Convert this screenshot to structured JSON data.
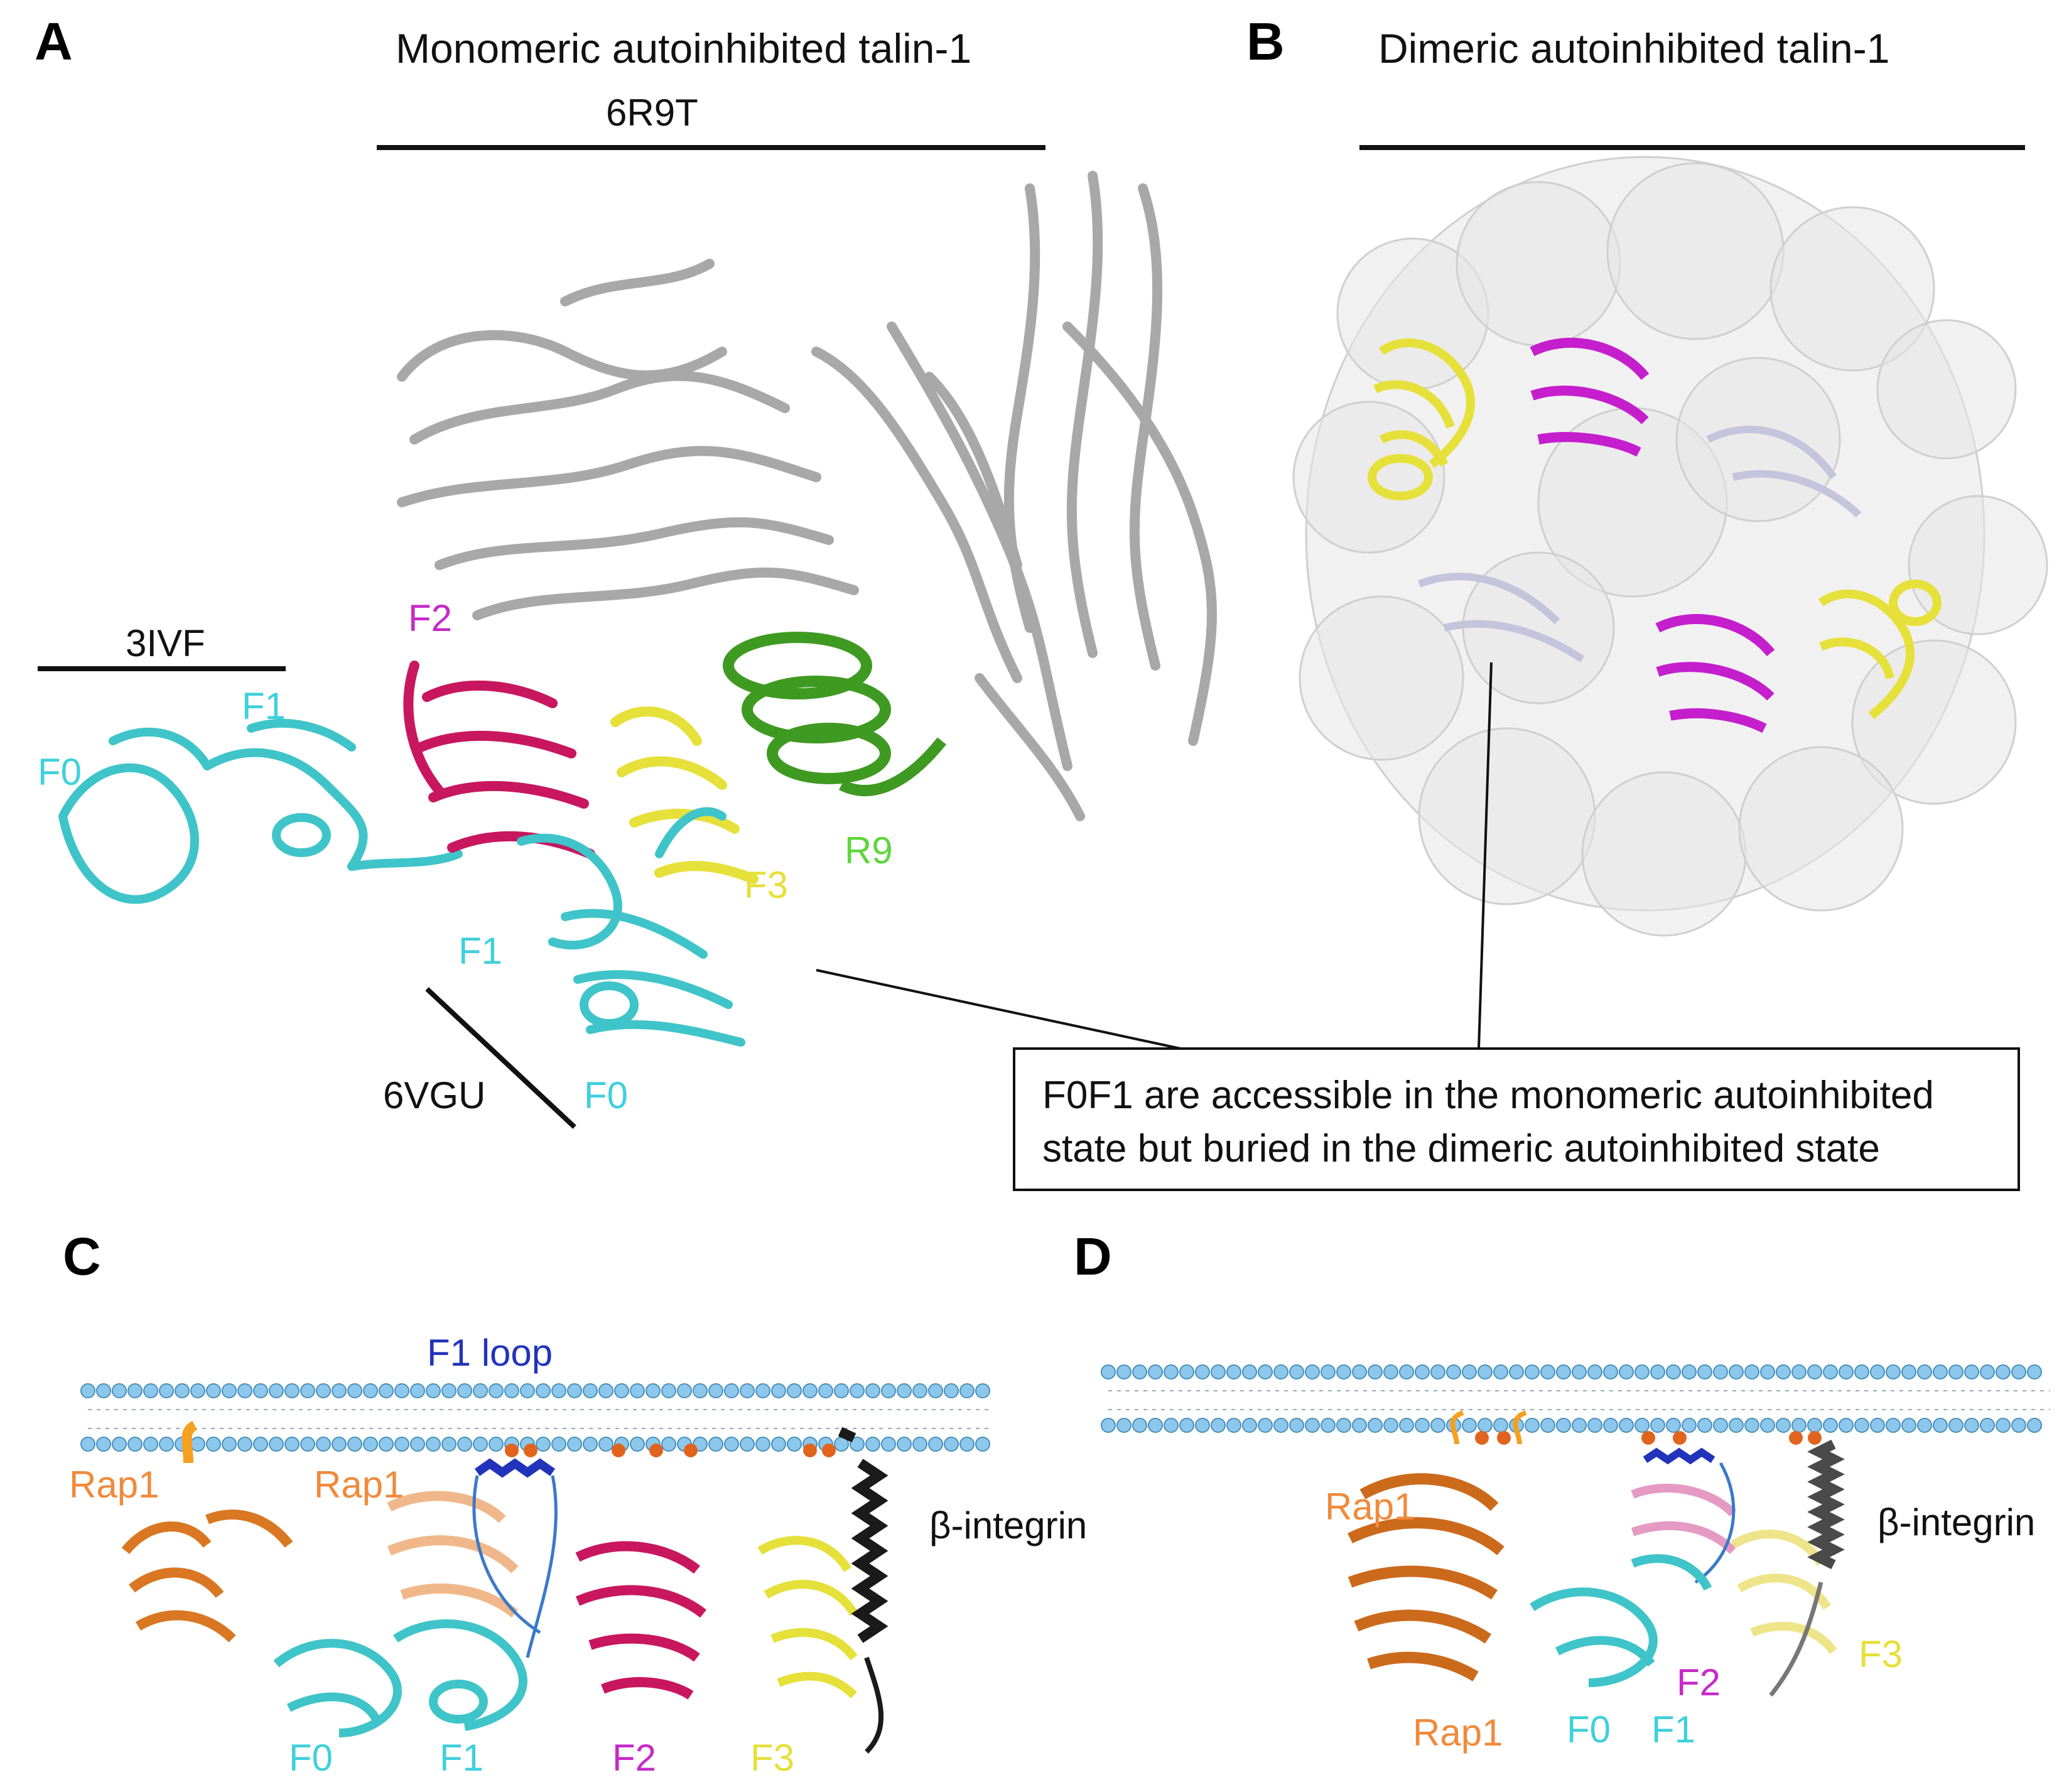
{
  "panels": {
    "a": {
      "letter": "A",
      "title": "Monomeric autoinhibited talin-1",
      "pdb_main": "6R9T",
      "pdb_left": "3IVF",
      "pdb_bottom": "6VGU",
      "labels": {
        "f0_left": "F0",
        "f1_left": "F1",
        "f2": "F2",
        "f1_center": "F1",
        "f0_center": "F0",
        "f3": "F3",
        "r9": "R9"
      }
    },
    "b": {
      "letter": "B",
      "title": "Dimeric autoinhibited talin-1"
    },
    "callout": {
      "line1": "F0F1 are accessible in the monomeric autoinhibited",
      "line2": "state but buried in the dimeric autoinhibited state"
    },
    "c": {
      "letter": "C",
      "f1_loop": "F1 loop",
      "rap1_a": "Rap1",
      "rap1_b": "Rap1",
      "integrin": "β-integrin",
      "f0": "F0",
      "f1": "F1",
      "f2": "F2",
      "f3": "F3"
    },
    "d": {
      "letter": "D",
      "rap1_top": "Rap1",
      "rap1_bottom": "Rap1",
      "integrin": "β-integrin",
      "f0": "F0",
      "f1": "F1",
      "f2": "F2",
      "f3": "F3"
    }
  },
  "colors": {
    "cyan": "#3fc4c9",
    "crimson": "#c8175f",
    "magenta": "#c51ecd",
    "yellow": "#e6e03a",
    "green": "#3f9a22",
    "green_label": "#5fd63d",
    "gray": "#9a9a9a",
    "orange": "#e17a2a",
    "orange_light": "#f0b88a",
    "membrane": "#8cc8ec",
    "blue_loop": "#2233bb"
  }
}
